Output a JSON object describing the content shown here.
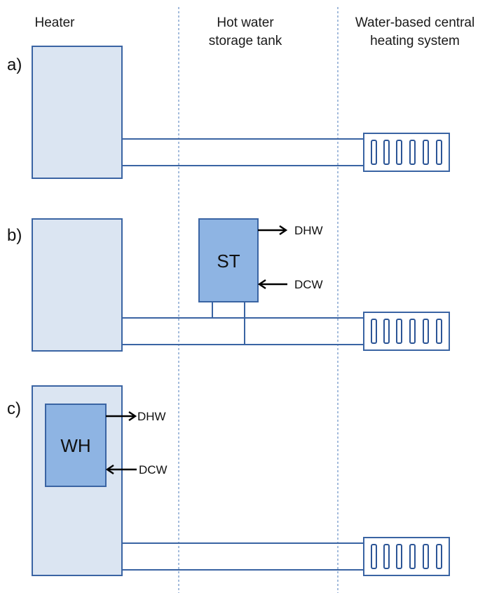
{
  "columns": {
    "heater": "Heater",
    "tank_line1": "Hot water",
    "tank_line2": "storage tank",
    "central_line1": "Water-based central",
    "central_line2": "heating system"
  },
  "rows": {
    "a": {
      "label": "a)"
    },
    "b": {
      "label": "b)",
      "tank": "ST",
      "out": "DHW",
      "in": "DCW"
    },
    "c": {
      "label": "c)",
      "tank": "WH",
      "out": "DHW",
      "in": "DCW"
    }
  },
  "colors": {
    "heater_fill": "#dbe5f2",
    "tank_fill": "#8eb4e3",
    "outline": "#3a64a3",
    "divider": "#4a78b8"
  },
  "icons": {
    "radiator": "radiator-icon",
    "arrow": "arrow-icon"
  }
}
